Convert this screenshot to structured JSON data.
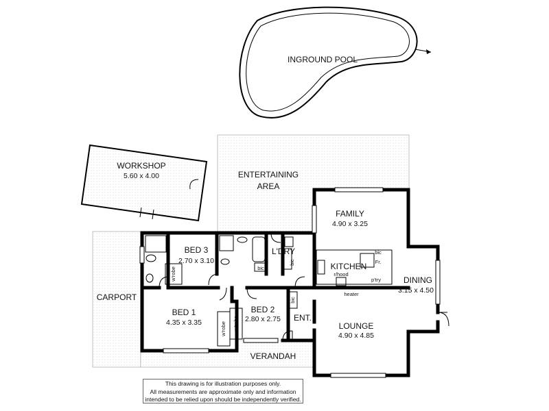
{
  "pool": {
    "label": "INGROUND POOL"
  },
  "workshop": {
    "label": "WORKSHOP",
    "size": "5.60 x 4.00"
  },
  "entertaining": {
    "line1": "ENTERTAINING",
    "line2": "AREA"
  },
  "carport": {
    "label": "CARPORT"
  },
  "rooms": {
    "family": {
      "label": "FAMILY",
      "size": "4.90 x 3.25"
    },
    "bed3": {
      "label": "BED 3",
      "size": "2.70 x 3.10"
    },
    "laundry": {
      "label": "L'DRY"
    },
    "kitchen": {
      "label": "KITCHEN"
    },
    "dining": {
      "label": "DINING",
      "size": "3.15 x 4.50"
    },
    "bed1": {
      "label": "BED 1",
      "size": "4.35 x 3.35"
    },
    "bed2": {
      "label": "BED 2",
      "size": "2.80 x 2.75"
    },
    "entry": {
      "label": "ENT."
    },
    "lounge": {
      "label": "LOUNGE",
      "size": "4.90 x 4.85"
    },
    "verandah": {
      "label": "VERANDAH"
    }
  },
  "fixtures": {
    "bic": "bic",
    "wrobe": "w'robe",
    "rhood": "r/hood",
    "pantry": "p'try",
    "fridge": "Fr.",
    "heater": "heater"
  },
  "disclaimer": [
    "This drawing is for illustration purposes only.",
    "All measurements are approximate only and information",
    "intended to be relied upon should be independently verified."
  ]
}
